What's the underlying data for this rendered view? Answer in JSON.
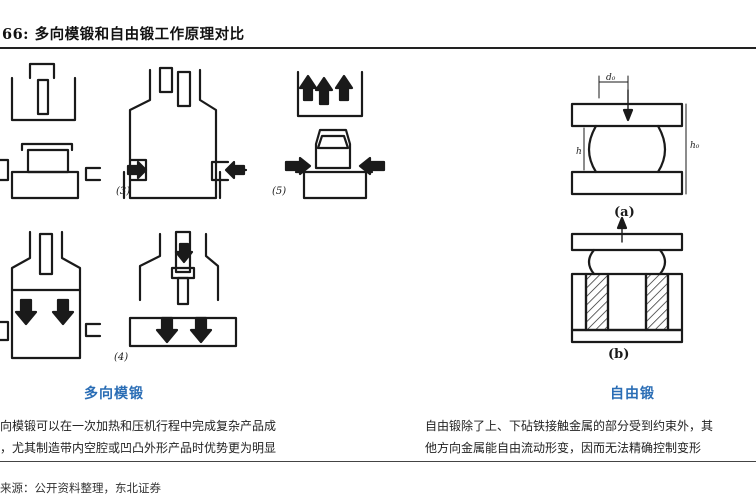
{
  "header": {
    "title": "66:  多向模锻和自由锻工作原理对比"
  },
  "left_panel": {
    "caption": "多向模锻",
    "step_labels": [
      "(3)",
      "(5)",
      "(4)"
    ],
    "description_lines": [
      "向模锻可以在一次加热和压机行程中完成复杂产品成",
      "，尤其制造带内空腔或凹凸外形产品时优势更为明显"
    ]
  },
  "right_panel": {
    "caption": "自由锻",
    "figure_labels": [
      "(a)",
      "(b)"
    ],
    "dimension_labels": {
      "d0": "d₀",
      "h": "h",
      "h0": "h₀"
    },
    "description_lines": [
      "自由锻除了上、下砧铁接触金属的部分受到约束外，其",
      "他方向金属能自由流动形变，因而无法精确控制变形"
    ]
  },
  "footer": {
    "source": "来源：公开资料整理，东北证券"
  },
  "colors": {
    "caption_blue": "#2a6db5",
    "ink": "#1a1a1a",
    "rule": "#222222"
  }
}
